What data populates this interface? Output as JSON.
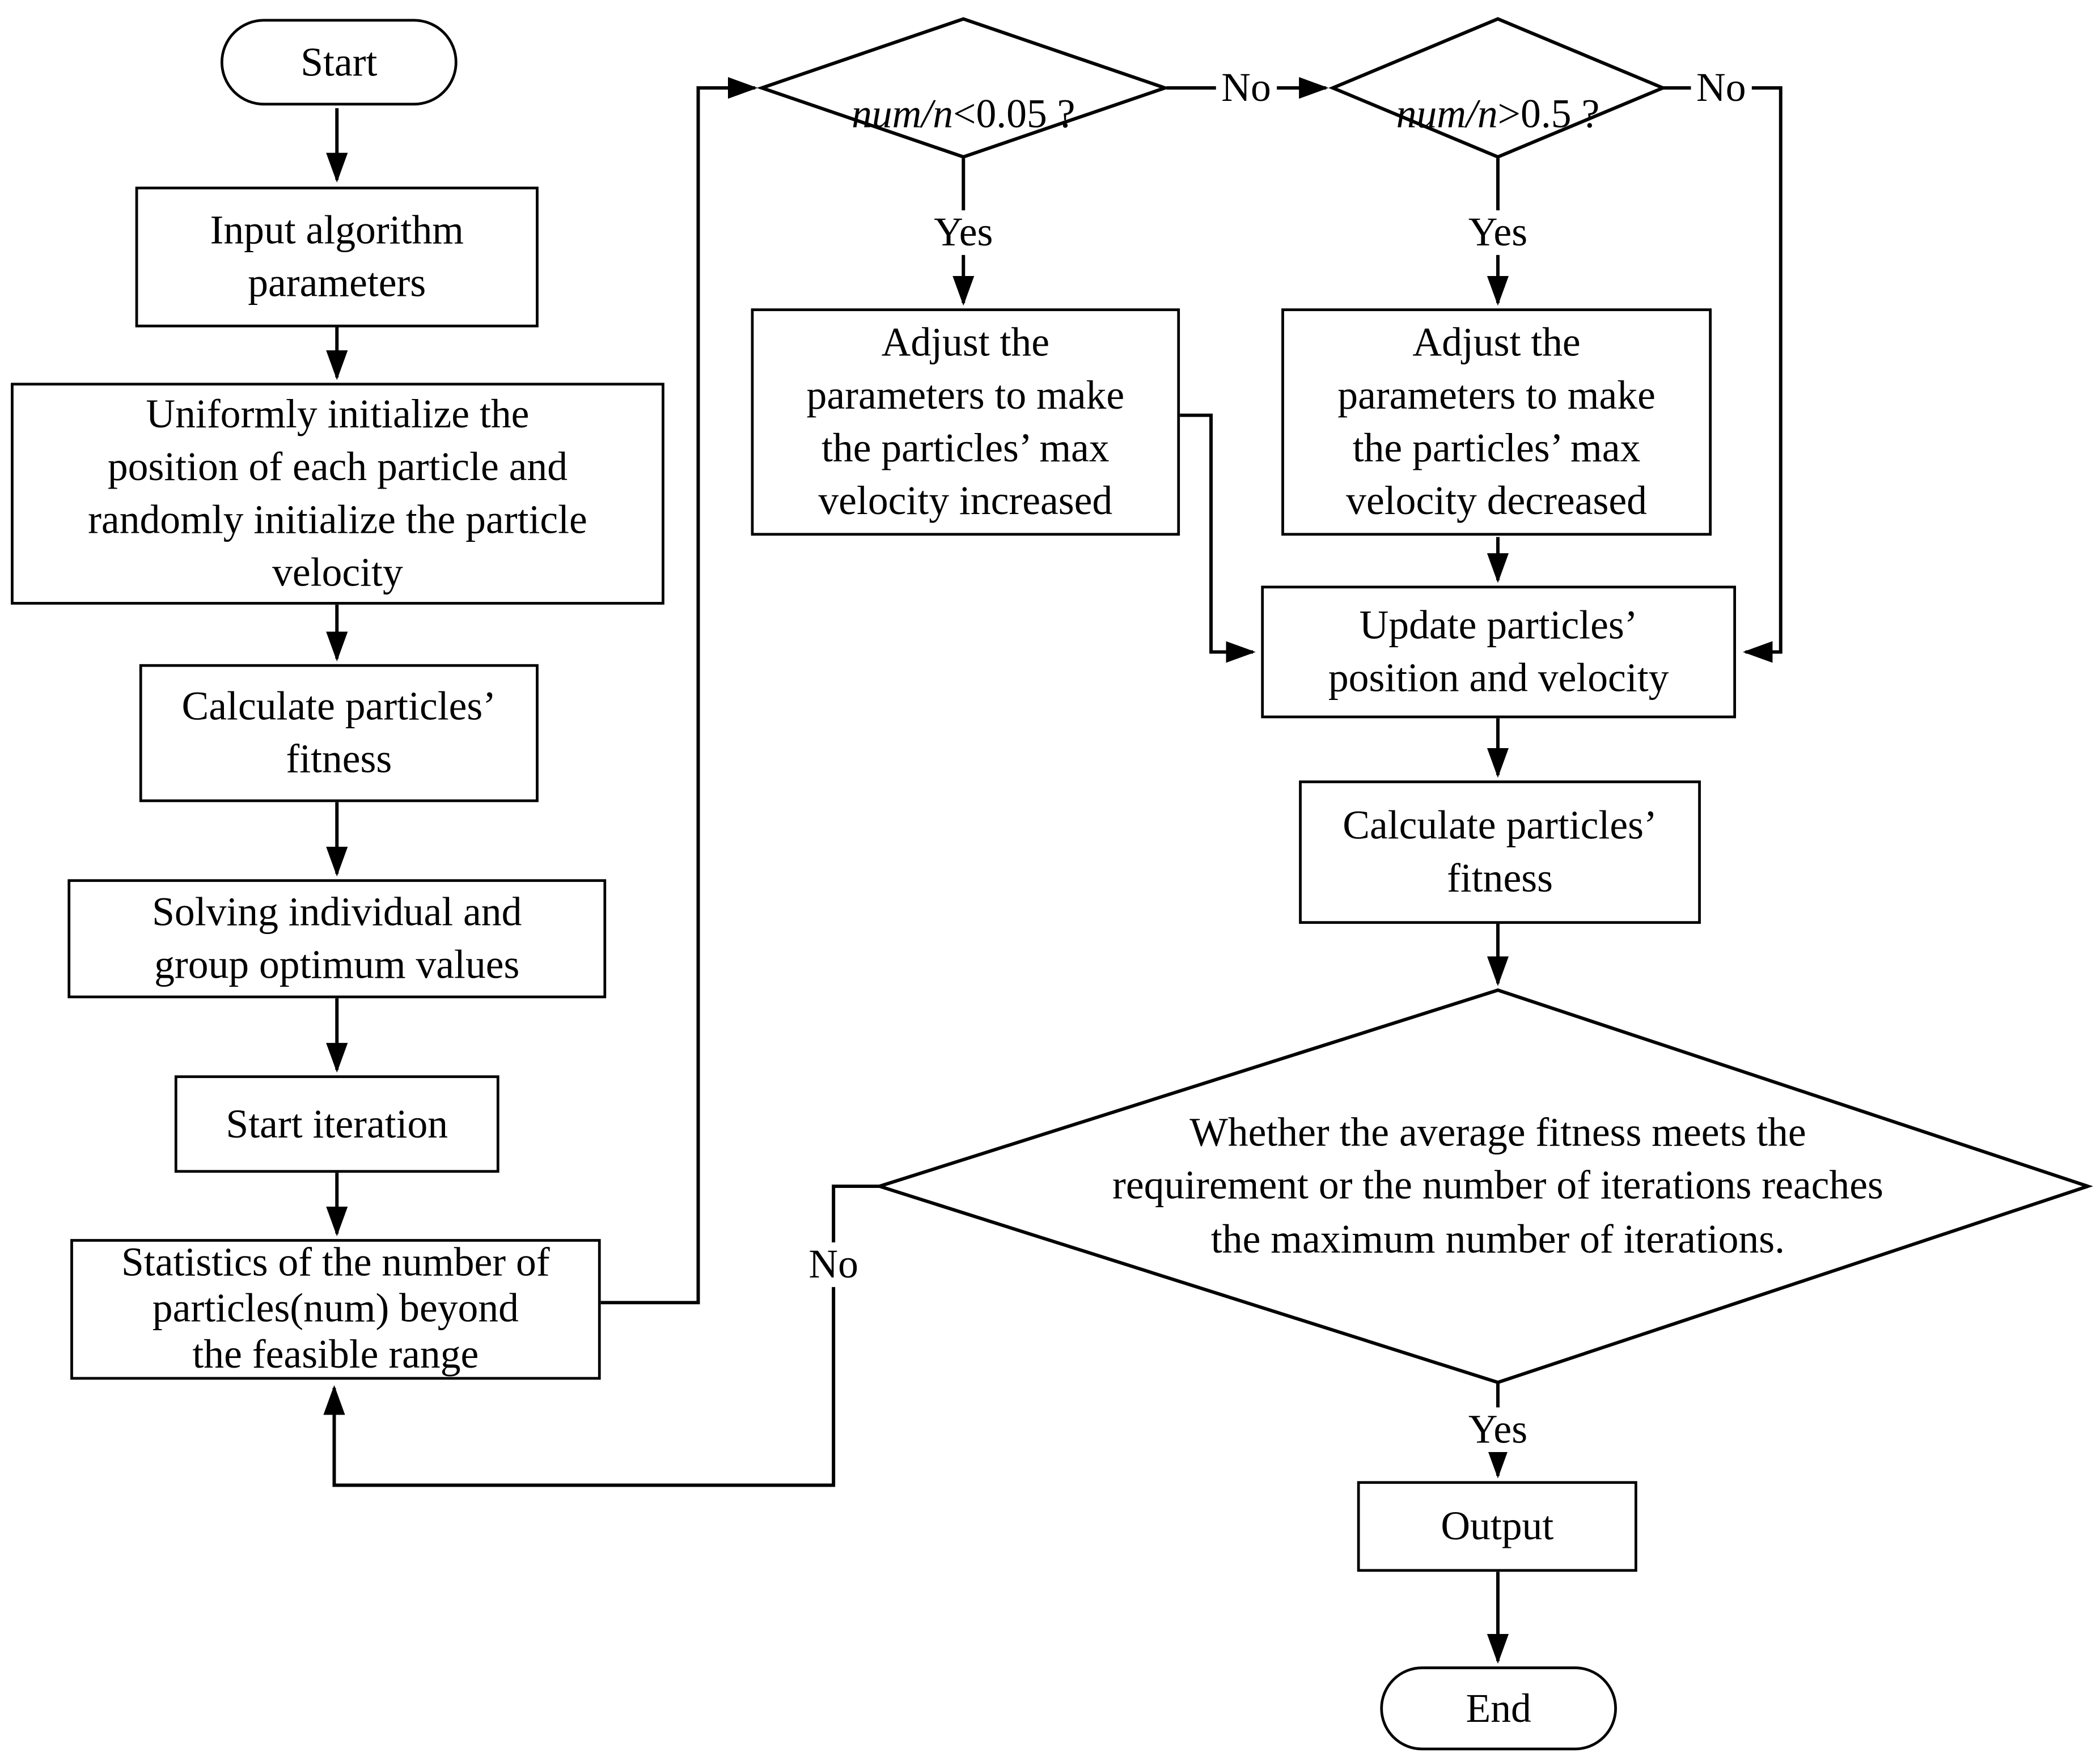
{
  "diagram": {
    "background": "#ffffff",
    "stroke_color": "#000000",
    "text_color": "#000000",
    "nodes": {
      "start": {
        "type": "terminal",
        "label": "Start"
      },
      "input_params": {
        "type": "process",
        "label": "Input algorithm\nparameters"
      },
      "initialize": {
        "type": "process",
        "label": "Uniformly initialize the\nposition of each particle and\nrandomly initialize the particle\nvelocity"
      },
      "calc_fitness_1": {
        "type": "process",
        "label": "Calculate particles’\nfitness"
      },
      "solve_optimum": {
        "type": "process",
        "label": "Solving individual and\ngroup optimum values"
      },
      "start_iteration": {
        "type": "process",
        "label": "Start iteration"
      },
      "statistics": {
        "type": "process",
        "label": "Statistics of the number of\nparticles(num) beyond\nthe feasible range"
      },
      "decision_low": {
        "type": "decision",
        "variable": "num/n",
        "condition": "<0.05 ?"
      },
      "decision_high": {
        "type": "decision",
        "variable": "num/n",
        "condition": ">0.5 ?"
      },
      "adjust_increase": {
        "type": "process",
        "label": "Adjust the\nparameters to make\nthe particles’ max\nvelocity increased"
      },
      "adjust_decrease": {
        "type": "process",
        "label": "Adjust the\nparameters to make\nthe particles’ max\nvelocity decreased"
      },
      "update_particles": {
        "type": "process",
        "label": "Update particles’\nposition and velocity"
      },
      "calc_fitness_2": {
        "type": "process",
        "label": "Calculate particles’\nfitness"
      },
      "decision_final": {
        "type": "decision",
        "label": "Whether the average fitness meets the\nrequirement or the number of iterations reaches\nthe maximum number of iterations."
      },
      "output": {
        "type": "process",
        "label": "Output"
      },
      "end": {
        "type": "terminal",
        "label": "End"
      }
    },
    "edge_labels": {
      "decision_low_yes": "Yes",
      "decision_low_no": "No",
      "decision_high_yes": "Yes",
      "decision_high_no": "No",
      "decision_final_yes": "Yes",
      "decision_final_no": "No"
    }
  }
}
